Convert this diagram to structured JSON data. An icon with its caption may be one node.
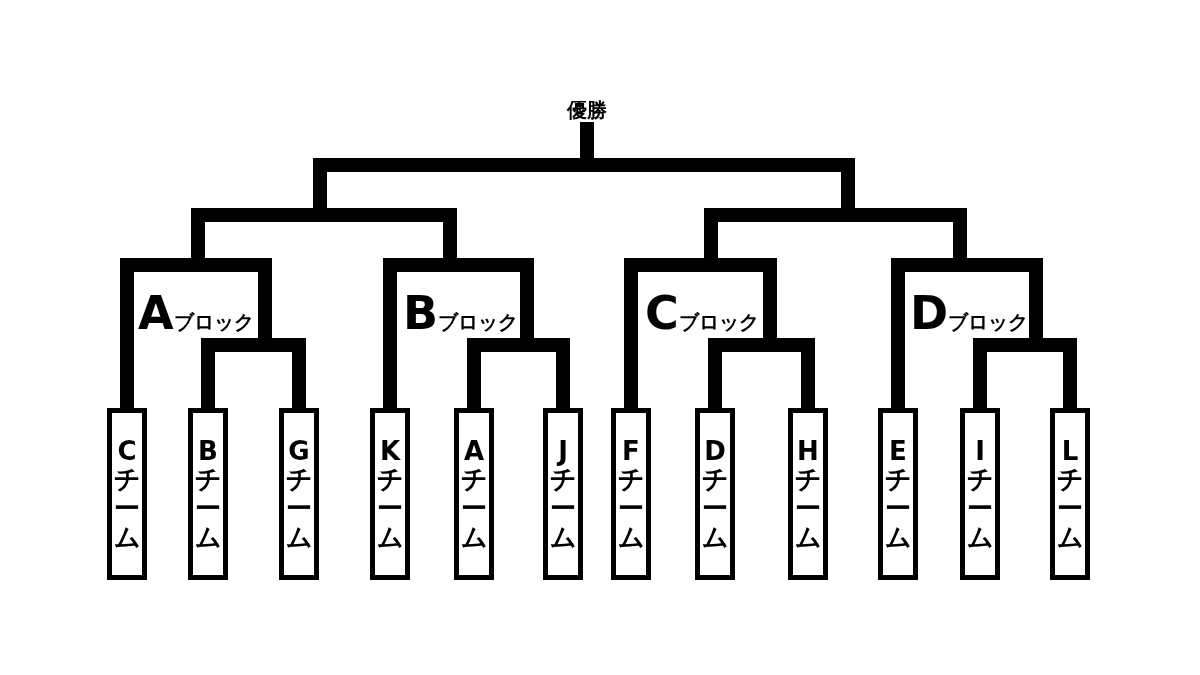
{
  "diagram": {
    "nodes": [
      {
        "text": [
          "優勝"
        ]
      },
      {
        "text": [
          "Cチーム"
        ]
      },
      {
        "text": [
          "Bチーム"
        ]
      },
      {
        "text": [
          "Gチーム"
        ]
      },
      {
        "text": [
          "Kチーム"
        ]
      },
      {
        "text": [
          "Aチーム"
        ]
      },
      {
        "text": [
          "Jチーム"
        ]
      },
      {
        "text": [
          "Fチーム"
        ]
      },
      {
        "text": [
          "Dチーム"
        ]
      },
      {
        "text": [
          "Hチーム"
        ]
      },
      {
        "text": [
          "Eチーム"
        ]
      },
      {
        "text": [
          "Iチーム"
        ]
      },
      {
        "text": [
          "Lチーム"
        ]
      }
    ],
    "edges": [
      {
        "from": 1,
        "to": 0,
        "arrow": "none"
      },
      {
        "from": 2,
        "to": 0,
        "arrow": "none"
      },
      {
        "from": 3,
        "to": 0,
        "arrow": "none"
      },
      {
        "from": 4,
        "to": 0,
        "arrow": "none"
      },
      {
        "from": 5,
        "to": 0,
        "arrow": "none"
      },
      {
        "from": 6,
        "to": 0,
        "arrow": "none"
      },
      {
        "from": 7,
        "to": 0,
        "arrow": "none"
      },
      {
        "from": 8,
        "to": 0,
        "arrow": "none"
      },
      {
        "from": 9,
        "to": 0,
        "arrow": "none"
      },
      {
        "from": 10,
        "to": 0,
        "arrow": "none"
      },
      {
        "from": 11,
        "to": 0,
        "arrow": "none"
      },
      {
        "from": 12,
        "to": 0,
        "arrow": "none"
      }
    ],
    "labels": [
      "Aブロック",
      "Bブロック",
      "Cブロック",
      "Dブロック"
    ]
  }
}
